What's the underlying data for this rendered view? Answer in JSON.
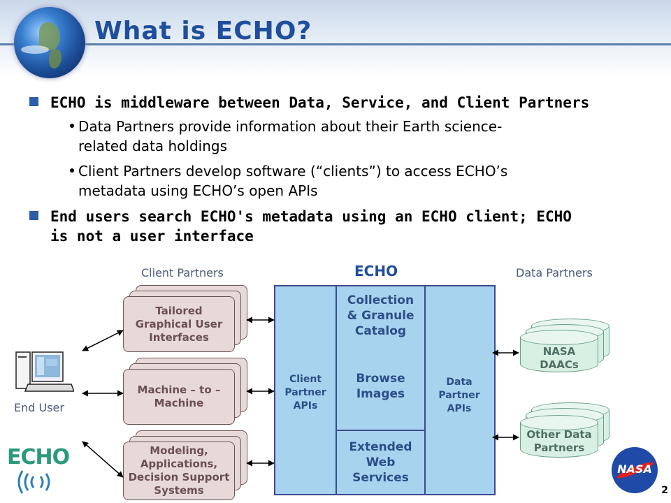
{
  "title": "What is ECHO?",
  "bullets": {
    "b1": "ECHO is middleware between Data, Service, and Client Partners",
    "b1_sub1": "Data Partners provide information about their Earth science-related data holdings",
    "b1_sub1_l1": "Data Partners provide information about their Earth science-",
    "b1_sub1_l2": "related data holdings",
    "b1_sub2_l1": "Client Partners develop software (“clients”) to access ECHO’s",
    "b1_sub2_l2": "metadata using ECHO’s open APIs",
    "b2_l1": "End users search ECHO's metadata using an ECHO client; ECHO",
    "b2_l2": "is not a user interface"
  },
  "diagram": {
    "client_partners_label": "Client Partners",
    "echo_label": "ECHO",
    "data_partners_label": "Data Partners",
    "end_user_label": "End User",
    "client_stacks": [
      {
        "l1": "Tailored",
        "l2": "Graphical User",
        "l3": "Interfaces"
      },
      {
        "l1": "Machine – to –",
        "l2": "Machine"
      },
      {
        "l1": "Modeling,",
        "l2": "Applications,",
        "l3": "Decision Support",
        "l4": "Systems"
      }
    ],
    "echo_box": {
      "client_apis": {
        "l1": "Client",
        "l2": "Partner",
        "l3": "APIs"
      },
      "catalog": {
        "l1": "Collection",
        "l2": "& Granule",
        "l3": "Catalog"
      },
      "browse": {
        "l1": "Browse",
        "l2": "Images"
      },
      "extended": {
        "l1": "Extended",
        "l2": "Web",
        "l3": "Services"
      },
      "data_apis": {
        "l1": "Data",
        "l2": "Partner",
        "l3": "APIs"
      }
    },
    "data_stores": [
      {
        "l1": "NASA",
        "l2": "DAACs"
      },
      {
        "l1": "Other Data",
        "l2": "Partners"
      }
    ]
  },
  "logos": {
    "echo": "ECHO",
    "nasa": "NASA"
  },
  "page_number": "2",
  "colors": {
    "title": "#1f4e9c",
    "bullet_square": "#2c5da8",
    "echo_box": "#a8d3ef",
    "client_card": "#e7d9d7",
    "data_cylinder": "#d8efe4"
  }
}
